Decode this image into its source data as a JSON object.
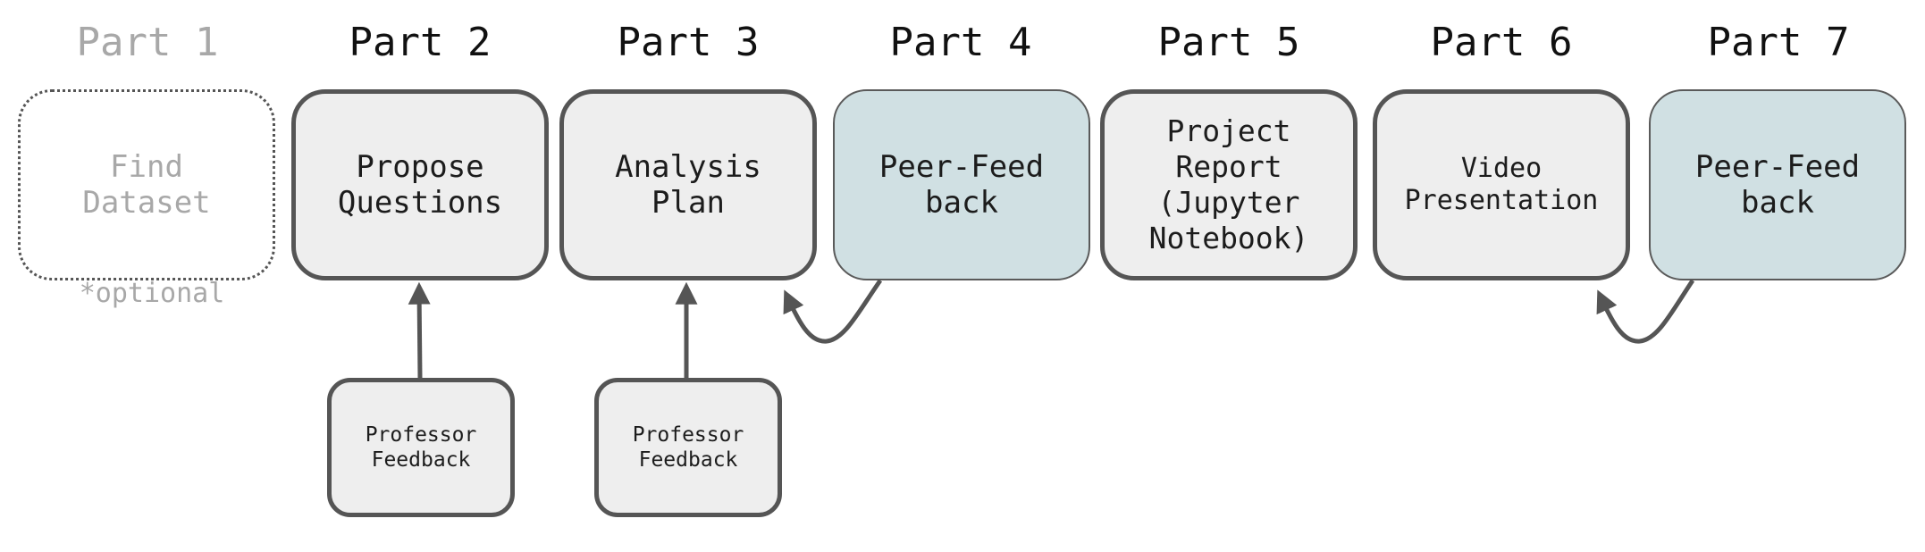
{
  "parts": [
    {
      "title": "Part 1",
      "box": "Find\nDataset",
      "note": "*optional"
    },
    {
      "title": "Part 2",
      "box": "Propose\nQuestions",
      "feedback": "Professor\nFeedback"
    },
    {
      "title": "Part 3",
      "box": "Analysis\nPlan",
      "feedback": "Professor\nFeedback"
    },
    {
      "title": "Part 4",
      "box": "Peer-Feed\nback"
    },
    {
      "title": "Part 5",
      "box": "Project\nReport\n(Jupyter\nNotebook)"
    },
    {
      "title": "Part 6",
      "box": "Video\nPresentation"
    },
    {
      "title": "Part 7",
      "box": "Peer-Feed\nback"
    }
  ],
  "colors": {
    "box_fill": "#eeeeee",
    "peer_fill": "#d0e0e3",
    "border": "#555555",
    "faded_text": "#a8a8a8"
  }
}
